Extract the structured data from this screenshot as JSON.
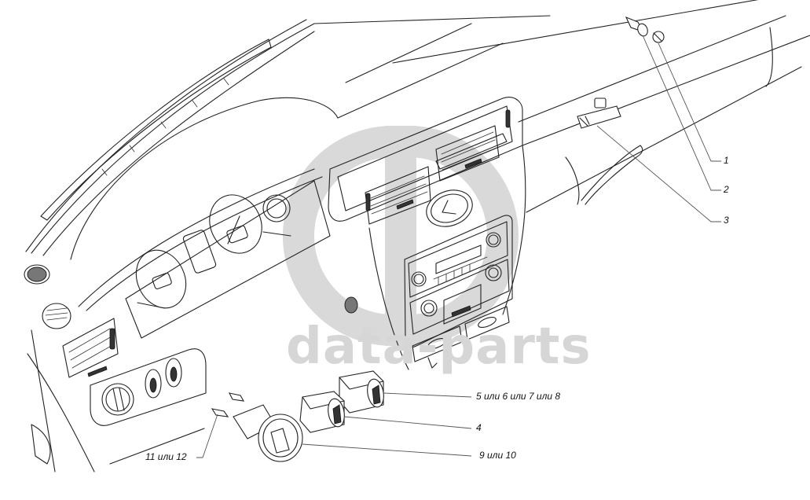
{
  "diagram": {
    "type": "exploded-parts-view",
    "subject": "vehicle instrument panel with switches and lamps",
    "watermark": {
      "text": "data-parts",
      "logo": "dp-logo"
    },
    "callouts": [
      {
        "id": "c1",
        "label": "1"
      },
      {
        "id": "c2",
        "label": "2"
      },
      {
        "id": "c3",
        "label": "3"
      },
      {
        "id": "c5-8",
        "label": "5 или 6 или 7 или 8"
      },
      {
        "id": "c4",
        "label": "4"
      },
      {
        "id": "c9-10",
        "label": "9 или 10"
      },
      {
        "id": "c11-12",
        "label": "11 или 12"
      }
    ],
    "colors": {
      "line": "#222222",
      "leader": "#555555",
      "watermark": "#d9d9d9",
      "background": "#ffffff"
    }
  }
}
